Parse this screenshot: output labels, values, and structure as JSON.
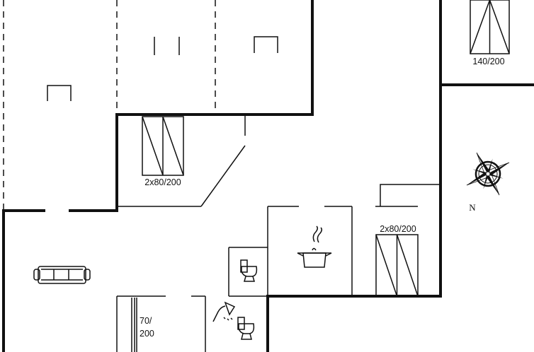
{
  "beds": {
    "top_right": "140/200",
    "upper_left": "2x80/200",
    "right": "2x80/200",
    "bottom": {
      "line1": "70/",
      "line2": "200"
    }
  },
  "compass": {
    "north_label": "N"
  },
  "icons": [
    "sofa-icon",
    "toilet-icon",
    "cooking-pot-icon",
    "shower-icon",
    "compass-icon"
  ]
}
